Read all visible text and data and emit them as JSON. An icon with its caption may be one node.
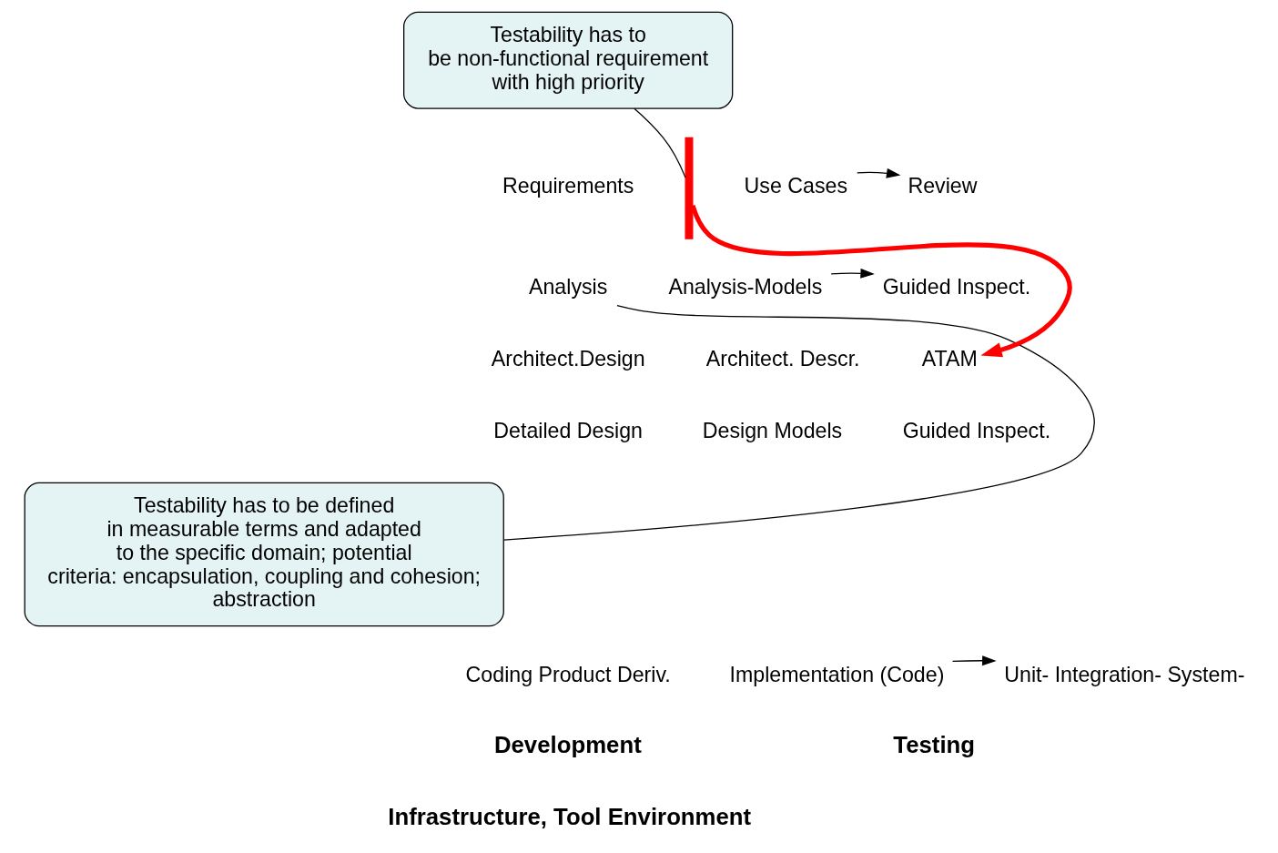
{
  "diagram": {
    "nodes": [
      {
        "text": [
          "Testability has to be non-functional requirement with high priority"
        ]
      },
      {
        "text": [
          "Requirements"
        ]
      },
      {
        "text": [
          "Use Cases"
        ]
      },
      {
        "text": [
          "Review"
        ]
      },
      {
        "text": [
          "Analysis"
        ]
      },
      {
        "text": [
          "Analysis-Models"
        ]
      },
      {
        "text": [
          "Guided Inspect."
        ]
      },
      {
        "text": [
          "Architect.Design"
        ]
      },
      {
        "text": [
          "Architect. Descr."
        ]
      },
      {
        "text": [
          "ATAM"
        ]
      },
      {
        "text": [
          "Detailed Design"
        ]
      },
      {
        "text": [
          "Design Models"
        ]
      },
      {
        "text": [
          "Guided Inspect."
        ]
      },
      {
        "text": [
          "Testability has to be defined in measurable terms and adapted to the specific domain; potential criteria: encapsulation, coupling and cohesion; abstraction"
        ]
      },
      {
        "text": [
          "Coding Product Deriv."
        ]
      },
      {
        "text": [
          "Implementation (Code)"
        ]
      },
      {
        "text": [
          "Unit- Integration- System-"
        ]
      },
      {
        "text": [],
        "shape": "brace"
      }
    ],
    "edges": [
      {
        "from": 0,
        "to": 17,
        "arrow": "none"
      },
      {
        "from": 2,
        "to": 3,
        "arrow": "to"
      },
      {
        "from": 5,
        "to": 6,
        "arrow": "to"
      },
      {
        "from": 17,
        "to": 9,
        "arrow": "to",
        "style": "thick",
        "color": "#ff0000"
      },
      {
        "from": 13,
        "to": 4,
        "arrow": "none"
      },
      {
        "from": 15,
        "to": 16,
        "arrow": "to"
      }
    ],
    "labels": [
      "Development",
      "Testing",
      "Infrastructure, Tool Environment"
    ]
  }
}
